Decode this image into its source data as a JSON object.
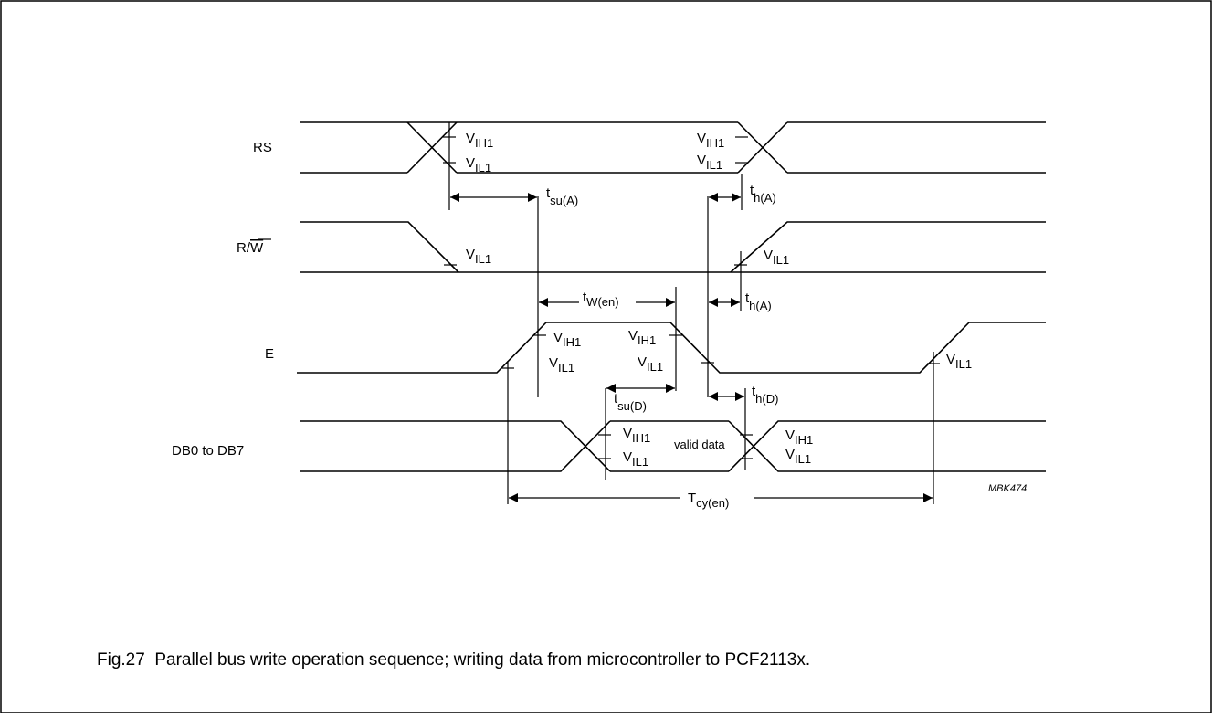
{
  "signals": {
    "rs": "RS",
    "rw_r": "R/",
    "rw_w": "W",
    "e": "E",
    "db": "DB0 to DB7"
  },
  "levels": {
    "v": "V",
    "ih1": "IH1",
    "il1": "IL1"
  },
  "timing": {
    "t": "t",
    "T": "T",
    "su_a": "su(A)",
    "h_a": "h(A)",
    "w_en": "W(en)",
    "su_d": "su(D)",
    "h_d": "h(D)",
    "cy_en": "cy(en)"
  },
  "valid_data": "valid data",
  "figure_code": "MBK474",
  "caption": "Fig.27  Parallel bus write operation sequence; writing data from microcontroller to PCF2113x."
}
